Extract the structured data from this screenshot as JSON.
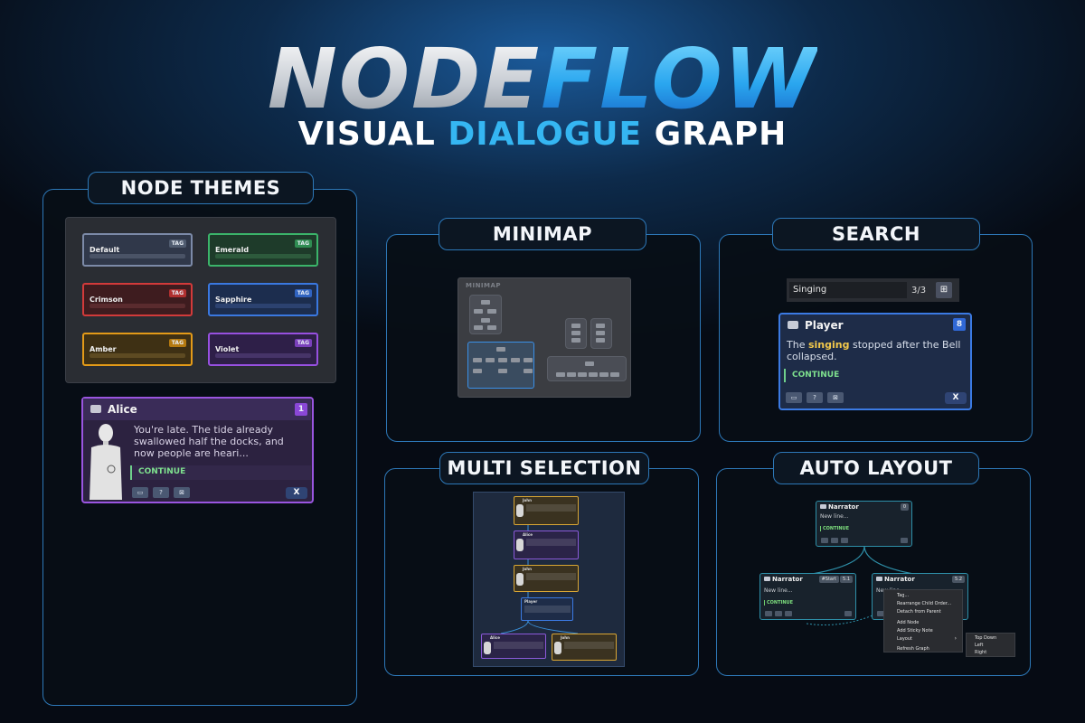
{
  "hero": {
    "title_left": "NODE",
    "title_right": "FLOW",
    "subtitle_left": "VISUAL",
    "subtitle_mid": "DIALOGUE",
    "subtitle_right": "GRAPH"
  },
  "panels": {
    "node_themes": "NODE THEMES",
    "minimap": "MINIMAP",
    "search": "SEARCH",
    "multi_selection": "MULTI SELECTION",
    "auto_layout": "AUTO LAYOUT"
  },
  "themes": [
    {
      "name": "Default",
      "tag": "TAG",
      "border": "#7c8aa8",
      "bg": "#30384a",
      "tag_bg": "#505c70",
      "bar": "#4a5366"
    },
    {
      "name": "Emerald",
      "tag": "TAG",
      "border": "#3bb46a",
      "bg": "#1e3b2a",
      "tag_bg": "#2f8c52",
      "bar": "#2d5a3c"
    },
    {
      "name": "Crimson",
      "tag": "TAG",
      "border": "#d23a3a",
      "bg": "#3e1c1f",
      "tag_bg": "#b03030",
      "bar": "#5a2b2e"
    },
    {
      "name": "Sapphire",
      "tag": "TAG",
      "border": "#3a78e0",
      "bg": "#1c2d4e",
      "tag_bg": "#3063c0",
      "bar": "#2c4270"
    },
    {
      "name": "Amber",
      "tag": "TAG",
      "border": "#e39a18",
      "bg": "#3e3014",
      "tag_bg": "#b57a10",
      "bar": "#5d4a22"
    },
    {
      "name": "Violet",
      "tag": "TAG",
      "border": "#9750e0",
      "bg": "#2e1f48",
      "tag_bg": "#7a40bb",
      "bar": "#463468"
    }
  ],
  "alice_node": {
    "speaker": "Alice",
    "badge": "1",
    "text": "You're late. The tide already swallowed half the docks, and now people are heari...",
    "continue": "CONTINUE",
    "close": "X"
  },
  "search": {
    "query": "Singing",
    "count": "3/3",
    "node": {
      "speaker": "Player",
      "badge": "8",
      "text_before": "The ",
      "text_highlight": "singing",
      "text_after": " stopped after the Bell collapsed.",
      "continue": "CONTINUE",
      "close": "X"
    }
  },
  "minimap": {
    "label": "MINIMAP"
  },
  "multi_selection": {
    "nodes": [
      {
        "speaker": "John"
      },
      {
        "speaker": "Alice"
      },
      {
        "speaker": "John"
      },
      {
        "speaker": "Player"
      },
      {
        "speaker": "Alice"
      },
      {
        "speaker": "John"
      }
    ]
  },
  "auto_layout": {
    "top": {
      "speaker": "Narrator",
      "badge": "0",
      "line": "New line...",
      "continue": "CONTINUE"
    },
    "left": {
      "speaker": "Narrator",
      "badge_a": "#Start",
      "badge_b": "5.1",
      "line": "New line...",
      "continue": "CONTINUE"
    },
    "right": {
      "speaker": "Narrator",
      "badge": "5.2",
      "line": "New line..."
    },
    "context_menu": [
      "Tag...",
      "Rearrange Child Order...",
      "Detach from Parent",
      "Add Node",
      "Add Sticky Note",
      "Layout",
      "Refresh Graph"
    ],
    "layout_submenu": [
      "Top Down",
      "Left",
      "Right"
    ]
  }
}
